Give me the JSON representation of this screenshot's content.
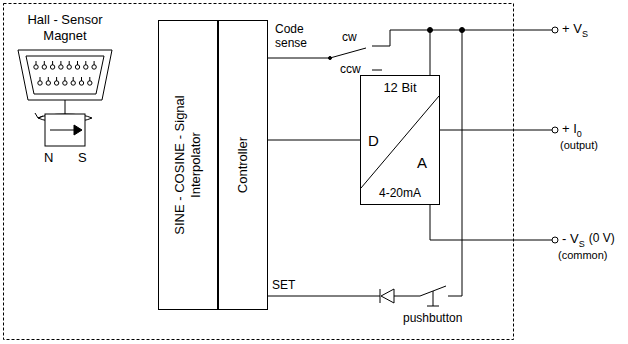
{
  "diagram": {
    "nodes": [
      {
        "text": [
          "SINE - COSINE - Signal Interpolator"
        ]
      },
      {
        "text": [
          "Controller"
        ]
      },
      {
        "text": [
          "12 Bit",
          "D",
          "A",
          "4-20mA"
        ]
      }
    ],
    "edges": [
      {
        "from": 1,
        "to": 2,
        "arrow": "none"
      }
    ],
    "labels": [
      "Hall - Sensor Magnet",
      "N",
      "S",
      "Code sense",
      "cw",
      "ccw",
      "+ V",
      "S",
      "+ I",
      "0",
      "(output)",
      "- V",
      "S",
      "(0 V)",
      "(common)",
      "SET",
      "pushbutton"
    ]
  }
}
